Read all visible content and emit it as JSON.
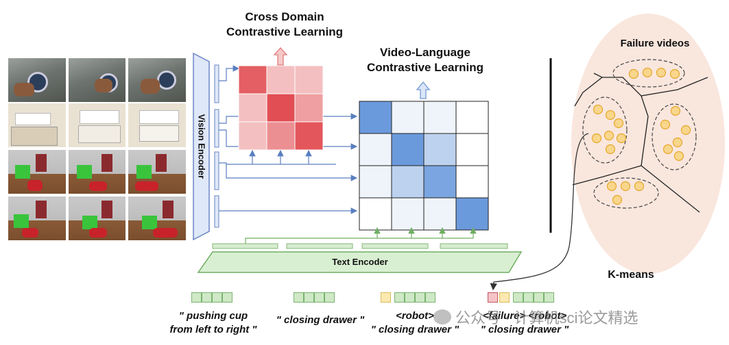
{
  "titles": {
    "cross_domain": [
      "Cross Domain",
      "Contrastive Learning"
    ],
    "video_language": [
      "Video-Language",
      "Contrastive Learning"
    ]
  },
  "labels": {
    "vision_encoder": "Vision Encoder",
    "text_encoder": "Text Encoder",
    "failure_videos": "Failure videos",
    "kmeans": "K-means"
  },
  "captions": {
    "c1": [
      "\" pushing cup",
      "from left to right \""
    ],
    "c2": [
      "\" closing drawer \""
    ],
    "c3": [
      "<robot>",
      "\" closing drawer \""
    ],
    "c4": [
      "<failure> <robot>",
      "\" closing drawer \""
    ]
  },
  "watermark": "公众号 · 计算机sci论文精选",
  "cross_domain_matrix": [
    [
      0.85,
      0.25,
      0.25
    ],
    [
      0.25,
      0.95,
      0.45
    ],
    [
      0.25,
      0.55,
      0.9
    ]
  ],
  "video_language_matrix": [
    [
      0.9,
      0.1,
      0.1,
      0.0
    ],
    [
      0.1,
      0.9,
      0.4,
      0.0
    ],
    [
      0.1,
      0.4,
      0.8,
      0.0
    ],
    [
      0.0,
      0.1,
      0.1,
      0.9
    ]
  ],
  "clusters": [
    {
      "points": 4
    },
    {
      "points": 7
    },
    {
      "points": 6
    },
    {
      "points": 4
    }
  ],
  "colors": {
    "red": "#e0474c",
    "blue": "#5a8fd8",
    "green": "#86b87a",
    "vision_blue": "#dfe8f8",
    "cluster_point": "#f7c948",
    "cloud": "#f9e6dd"
  }
}
